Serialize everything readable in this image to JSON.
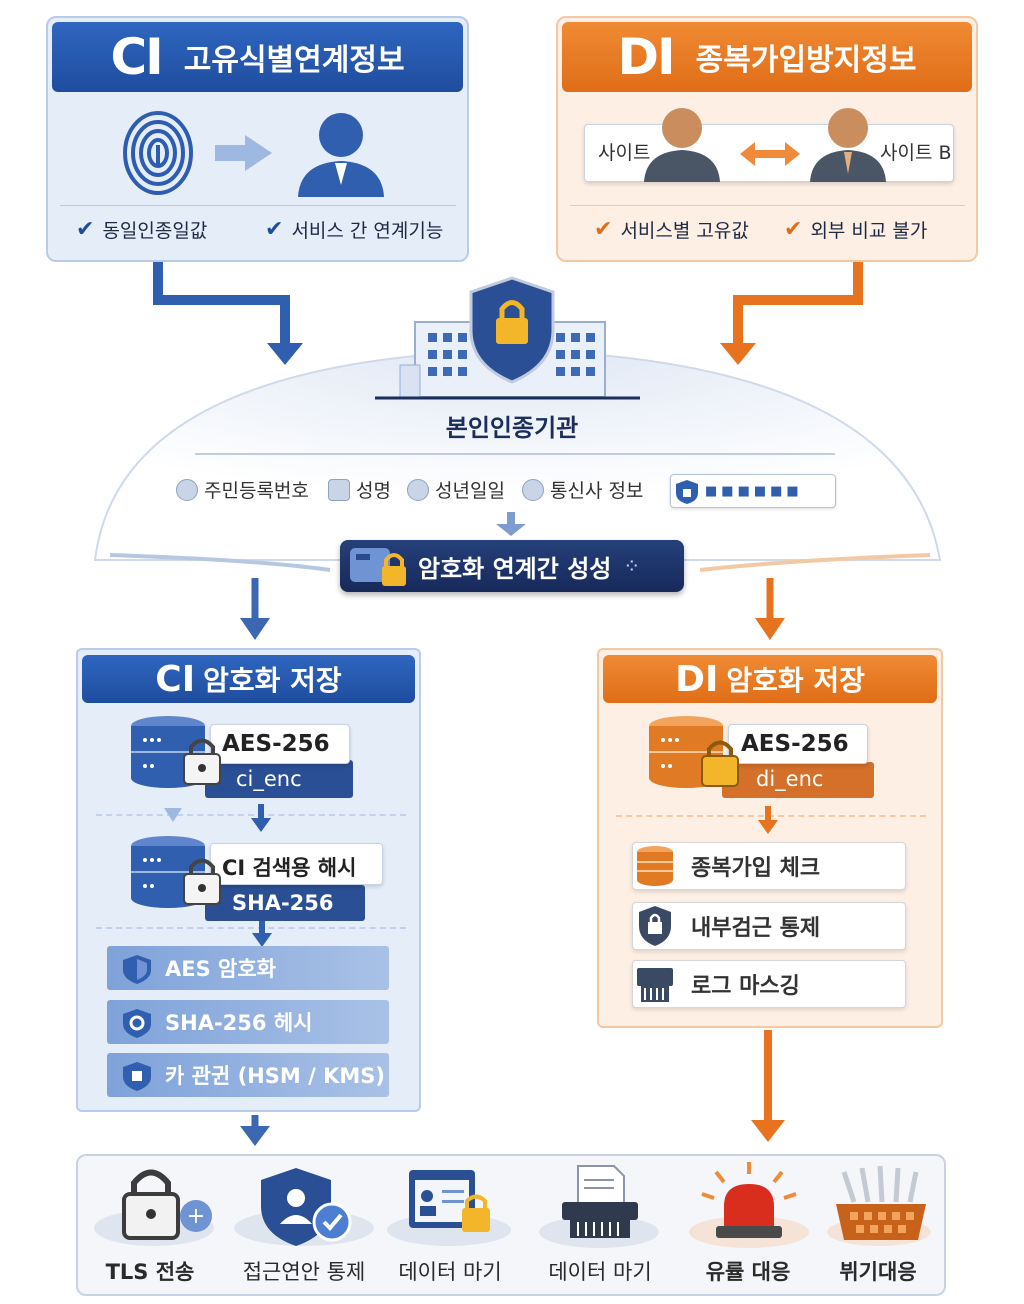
{
  "ci_panel": {
    "letters": "CI",
    "title": "고유식별연계정보",
    "checks": [
      "동일인종일값",
      "서비스 간 연계기능"
    ]
  },
  "di_panel": {
    "letters": "DI",
    "title": "종복가입방지정보",
    "site_a": "사이트",
    "site_b": "사이트 B",
    "checks": [
      "서비스별 고유값",
      "외부 비교 불가"
    ]
  },
  "authority": {
    "title": "본인인종기관",
    "fields": [
      "주민등록번호",
      "성명",
      "성년일일",
      "통신사 정보"
    ],
    "code_box": "■■■■■■",
    "action": "암호화 연계간 성성"
  },
  "ci_storage": {
    "letters": "CI",
    "title": "암호화 저장",
    "db1_algo": "AES-256",
    "db1_field": "ci_enc",
    "db2_label": "CI 검색용 해시",
    "db2_algo": "SHA-256",
    "items": [
      "AES 암호화",
      "SHA-256 헤시",
      "카 관귄 (HSM / KMS)"
    ]
  },
  "di_storage": {
    "letters": "DI",
    "title": "암호화 저장",
    "db_algo": "AES-256",
    "db_field": "di_enc",
    "items": [
      "종복가입 체크",
      "내부검근 통제",
      "로그 마스깅"
    ]
  },
  "bottom": {
    "items": [
      "TLS 전송",
      "접근연안 통제",
      "데이터 마기",
      "데이터 마기",
      "유률 대응",
      "뷔기대응"
    ]
  },
  "colors": {
    "blue": "#1f4d9e",
    "orange": "#e06d17",
    "navy": "#1b2e5c"
  }
}
